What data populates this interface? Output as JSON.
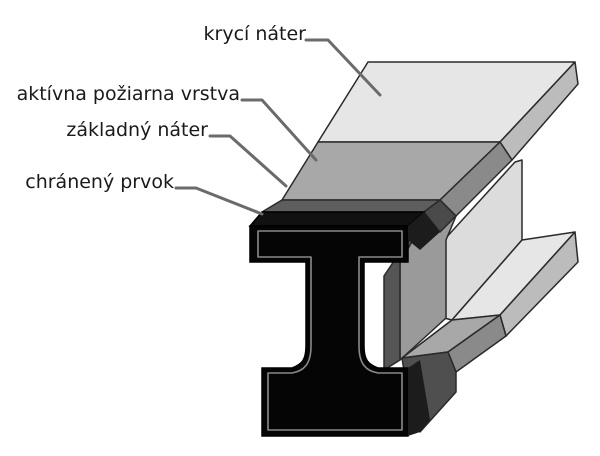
{
  "labels": {
    "top_coat": "krycí náter",
    "fire_layer": "aktívna požiarna vrstva",
    "primer": "základný náter",
    "protected_element": "chránený prvok"
  },
  "colors": {
    "top_coat": "#dedede",
    "fire_layer": "#a2a2a2",
    "primer": "#5b5b5b",
    "steel": "#060606"
  }
}
